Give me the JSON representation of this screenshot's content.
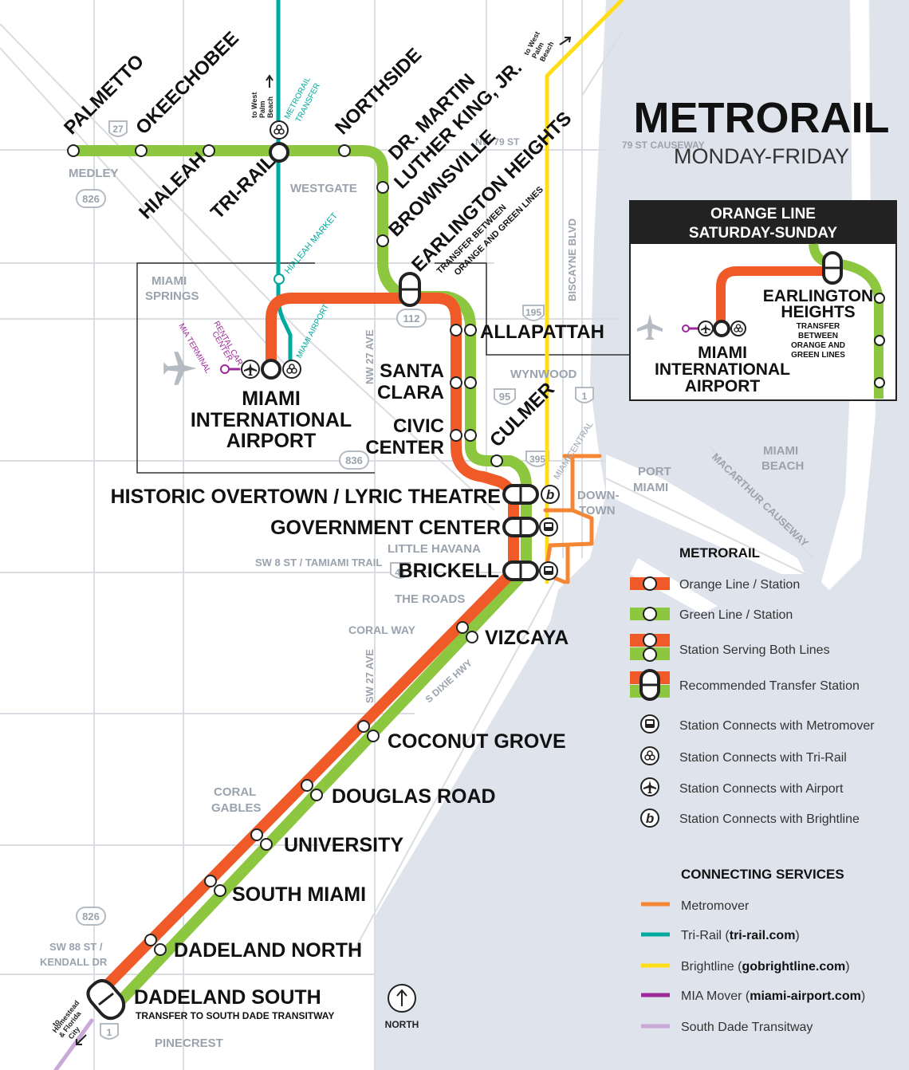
{
  "title": "METRORAIL",
  "subtitle": "MONDAY-FRIDAY",
  "colors": {
    "orange_line": "#f05a28",
    "green_line": "#8dc63f",
    "tri_rail": "#00a99d",
    "brightline": "#ffde17",
    "metromover": "#f58634",
    "mia_mover": "#9c2a99",
    "transitway": "#c8a9d8",
    "water": "#dfe4ec",
    "streets": "#dadde1"
  },
  "stations": {
    "palmetto": "PALMETTO",
    "okeechobee": "OKEECHOBEE",
    "hialeah": "HIALEAH",
    "tri_rail": "TRI-RAIL",
    "northside": "NORTHSIDE",
    "mlk_1": "DR. MARTIN",
    "mlk_2": "LUTHER KING, JR.",
    "brownsville": "BROWNSVILLE",
    "earlington": "EARLINGTON HEIGHTS",
    "earlington_note_1": "TRANSFER BETWEEN",
    "earlington_note_2": "ORANGE AND GREEN LINES",
    "allapattah": "ALLAPATTAH",
    "santa_clara_1": "SANTA",
    "santa_clara_2": "CLARA",
    "civic_center_1": "CIVIC",
    "civic_center_2": "CENTER",
    "culmer": "CULMER",
    "mia_1": "MIAMI",
    "mia_2": "INTERNATIONAL",
    "mia_3": "AIRPORT",
    "overtown": "HISTORIC OVERTOWN / LYRIC THEATRE",
    "government_center": "GOVERNMENT CENTER",
    "brickell": "BRICKELL",
    "vizcaya": "VIZCAYA",
    "coconut_grove": "COCONUT GROVE",
    "douglas_road": "DOUGLAS ROAD",
    "university": "UNIVERSITY",
    "south_miami": "SOUTH MIAMI",
    "dadeland_north": "DADELAND NORTH",
    "dadeland_south": "DADELAND SOUTH",
    "dadeland_south_note": "TRANSFER TO SOUTH DADE TRANSITWAY"
  },
  "streets": {
    "nw79": "NW 79 ST",
    "s79": "79 ST CAUSEWAY",
    "nw27_1": "NW 27 AVE",
    "sw27": "SW 27 AVE",
    "biscayne": "BISCAYNE BLVD",
    "sw8": "SW 8 ST / TAMIAMI TRAIL",
    "coral_way": "CORAL WAY",
    "dixie": "S DIXIE HWY",
    "macarthur": "MACARTHUR CAUSEWAY",
    "sw88_1": "SW 88 ST /",
    "sw88_2": "KENDALL DR",
    "hialeah_market": "HIALEAH MARKET",
    "metrorail_transfer_1": "METRORAIL",
    "metrorail_transfer_2": "TRANSFER",
    "miami_airport": "MIAMI AIRPORT",
    "rental_car_1": "RENTAL CAR",
    "rental_car_2": "CENTER",
    "mia_terminal": "MIA TERMINAL",
    "miami_central": "MIAMICENTRAL",
    "to_west_palm_1": "to West",
    "to_west_palm_2": "Palm",
    "to_west_palm_3": "Beach",
    "to_homestead_1": "to",
    "to_homestead_2": "Homestead",
    "to_homestead_3": "& Florida",
    "to_homestead_4": "City"
  },
  "shields": {
    "us27": "27",
    "sr826_top": "826",
    "sr112": "112",
    "i195": "195",
    "i95": "95",
    "us1_top": "1",
    "sr836": "836",
    "i395": "395",
    "us41": "41",
    "sr826_bottom": "826",
    "us1_bottom": "1"
  },
  "neighborhoods": {
    "medley": "MEDLEY",
    "westgate": "WESTGATE",
    "miami_springs_1": "MIAMI",
    "miami_springs_2": "SPRINGS",
    "wynwood": "WYNWOOD",
    "miami_beach_1": "MIAMI",
    "miami_beach_2": "BEACH",
    "port_miami_1": "PORT",
    "port_miami_2": "MIAMI",
    "downtown_1": "DOWN-",
    "downtown_2": "TOWN",
    "little_havana": "LITTLE HAVANA",
    "the_roads": "THE ROADS",
    "coral_gables_1": "CORAL",
    "coral_gables_2": "GABLES",
    "pinecrest": "PINECREST"
  },
  "inset": {
    "header_1": "ORANGE LINE",
    "header_2": "SATURDAY-SUNDAY",
    "earlington_1": "EARLINGTON",
    "earlington_2": "HEIGHTS",
    "note_1": "TRANSFER",
    "note_2": "BETWEEN",
    "note_3": "ORANGE AND",
    "note_4": "GREEN LINES",
    "mia_1": "MIAMI",
    "mia_2": "INTERNATIONAL",
    "mia_3": "AIRPORT"
  },
  "legend": {
    "metrorail_title": "METRORAIL",
    "orange": "Orange Line / Station",
    "green": "Green Line / Station",
    "both": "Station Serving Both Lines",
    "transfer": "Recommended Transfer Station",
    "metromover": "Station Connects with Metromover",
    "trirail": "Station Connects with Tri-Rail",
    "airport": "Station Connects with Airport",
    "brightline": "Station Connects with Brightline",
    "connecting_title": "CONNECTING SERVICES",
    "svc_metromover": "Metromover",
    "svc_trirail": "Tri-Rail (",
    "svc_trirail_link": "tri-rail.com",
    "svc_brightline": "Brightline (",
    "svc_brightline_link": "gobrightline.com",
    "svc_miamover": "MIA Mover (",
    "svc_miamover_link": "miami-airport.com",
    "svc_close": ")",
    "svc_transitway": "South Dade Transitway"
  },
  "north": "NORTH",
  "icons": {
    "airport": "airplane-icon",
    "trirail": "tri-rail-icon",
    "metromover": "metromover-icon",
    "brightline": "brightline-b-icon",
    "north_arrow": "north-arrow-icon"
  }
}
